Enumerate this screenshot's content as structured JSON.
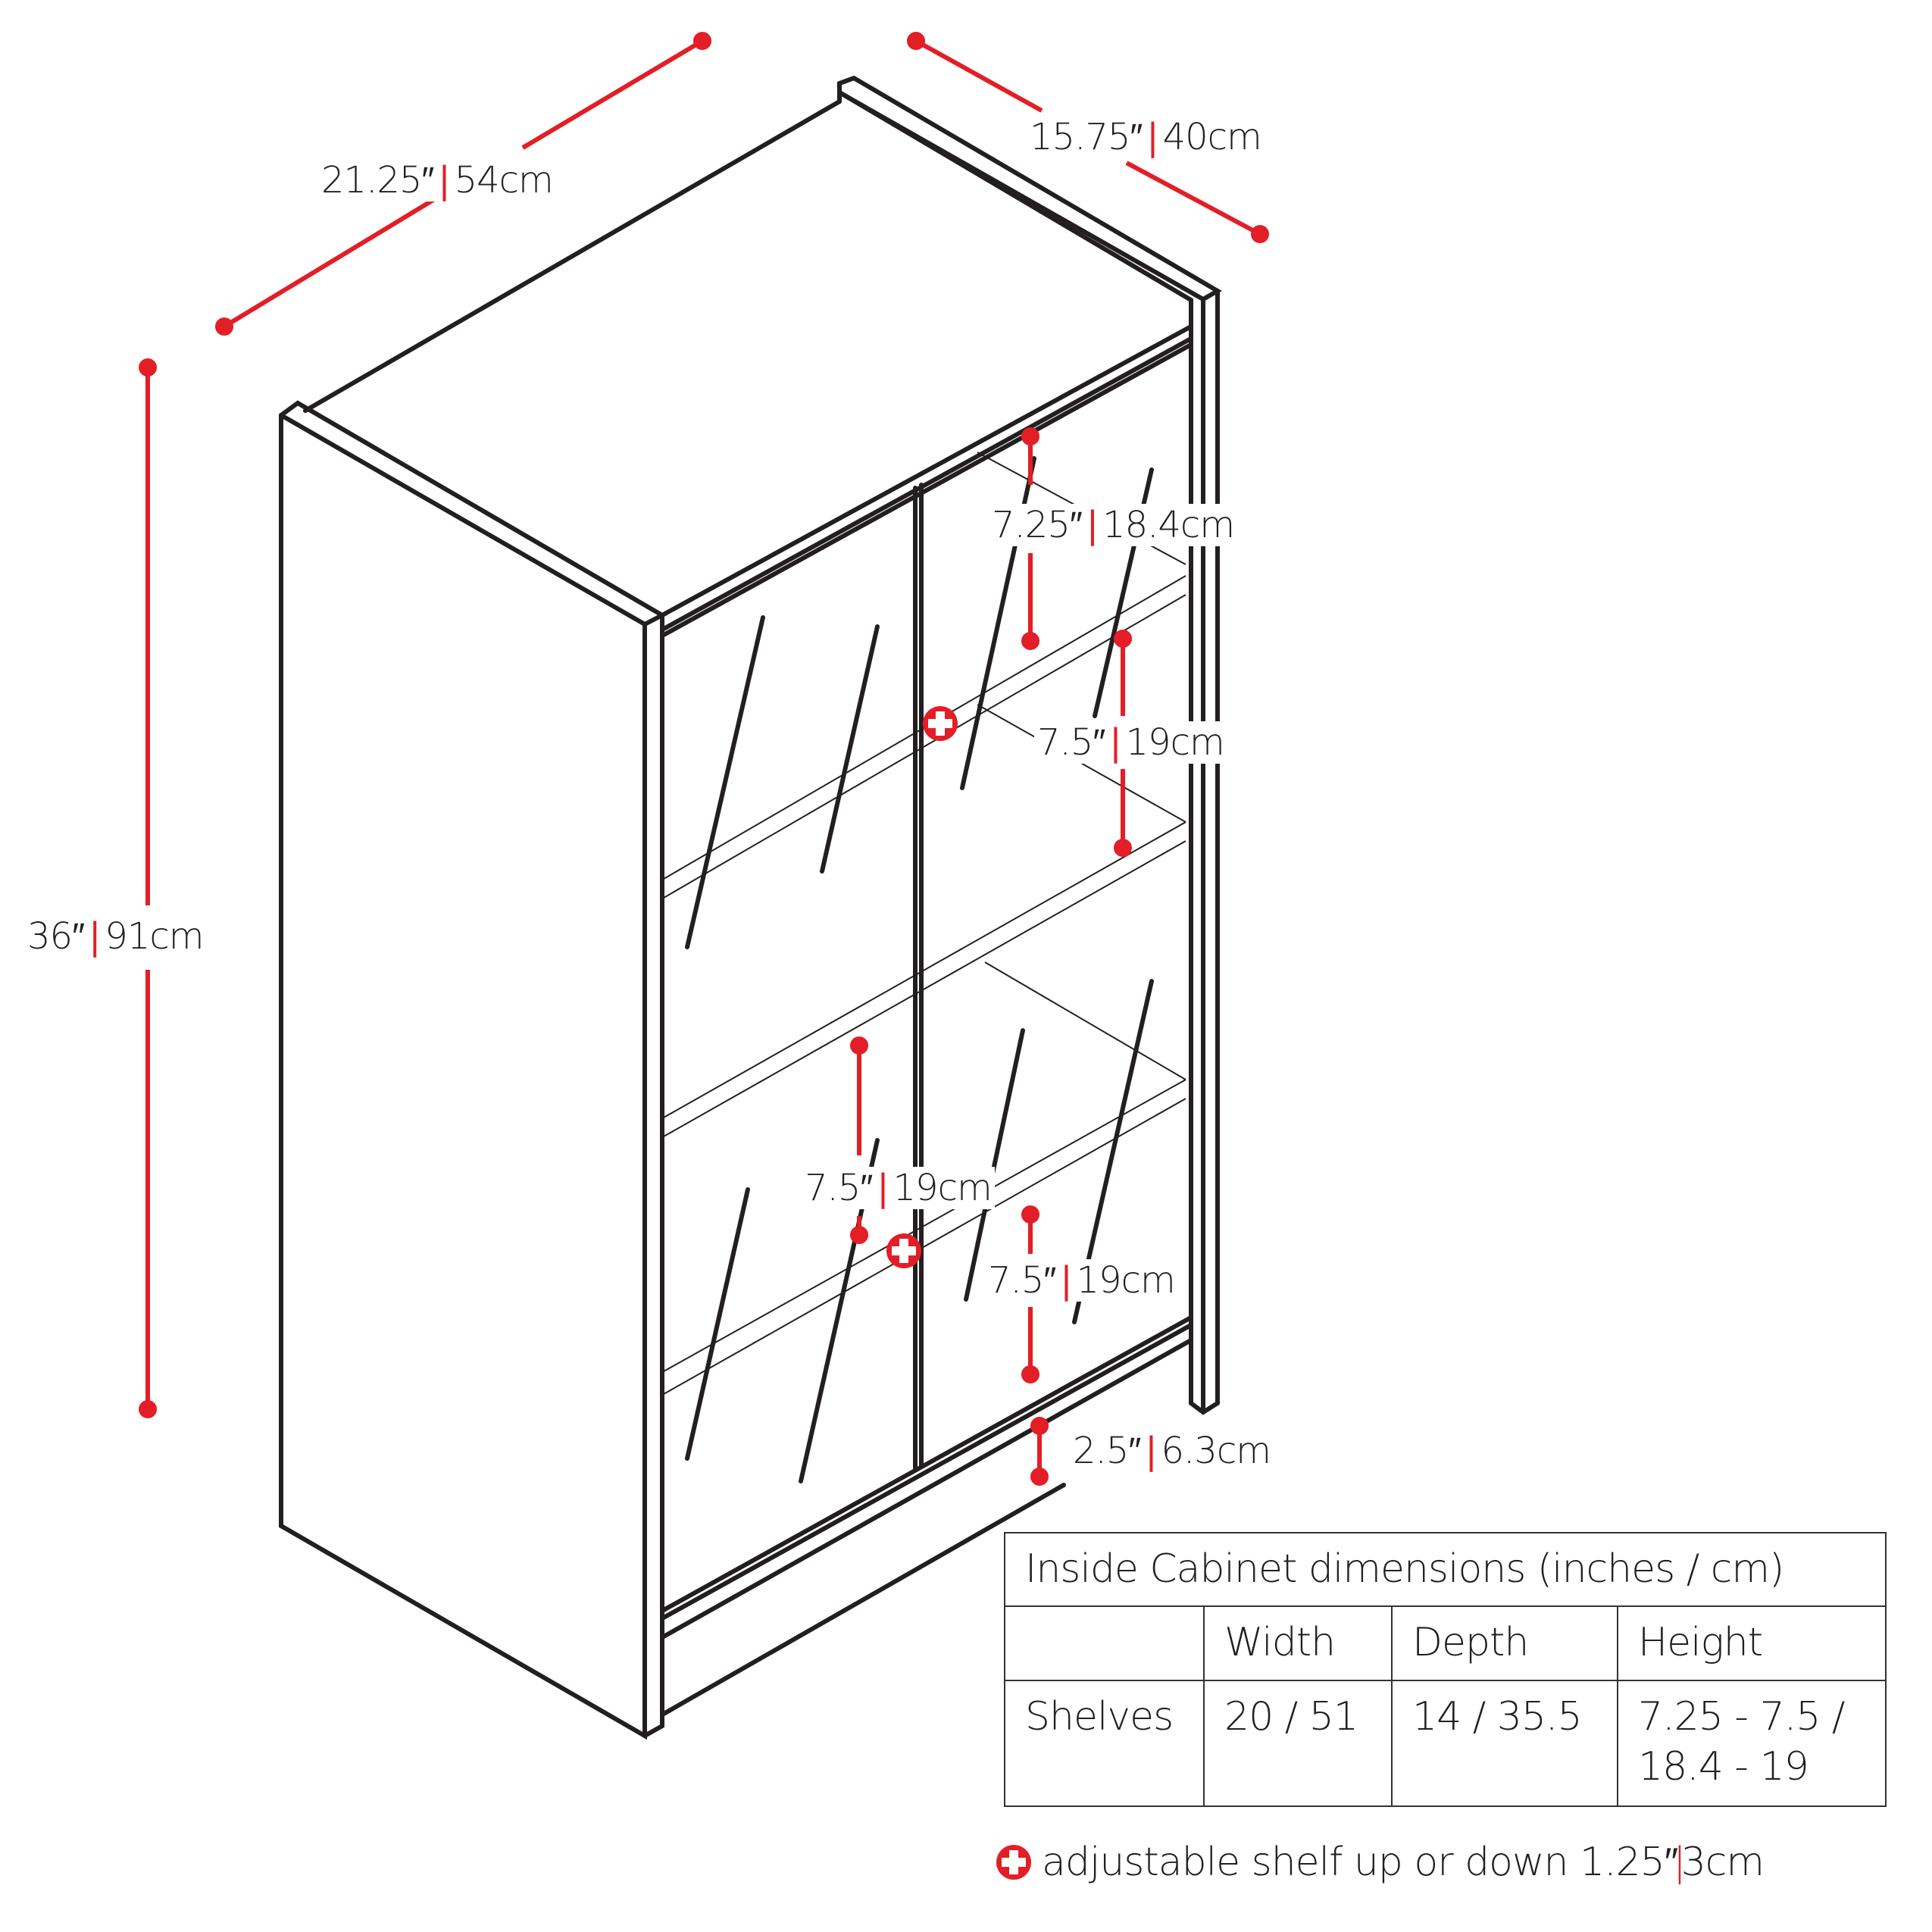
{
  "diagram": {
    "subject": "Two-door glass cabinet, isometric line drawing with dimensions",
    "accent_color": "#e31e26",
    "line_color": "#231f20",
    "overall_dimensions": {
      "width": {
        "inches": "21.25″",
        "cm": "54cm"
      },
      "depth": {
        "inches": "15.75″",
        "cm": "40cm"
      },
      "height": {
        "inches": "36″",
        "cm": "91cm"
      }
    },
    "interior_dimensions": [
      {
        "id": "top-shelf-gap",
        "inches": "7.25″",
        "cm": "18.4cm"
      },
      {
        "id": "upper-right-gap",
        "inches": "7.5″",
        "cm": "19cm"
      },
      {
        "id": "middle-left-gap",
        "inches": "7.5″",
        "cm": "19cm"
      },
      {
        "id": "lower-right-gap",
        "inches": "7.5″",
        "cm": "19cm"
      },
      {
        "id": "base-height",
        "inches": "2.5″",
        "cm": "6.3cm"
      }
    ],
    "adjustable_markers": 2,
    "separator": "|"
  },
  "table": {
    "title": "Inside Cabinet dimensions (inches / cm)",
    "columns": [
      "",
      "Width",
      "Depth",
      "Height"
    ],
    "rows": [
      {
        "label": "Shelves",
        "width": "20 / 51",
        "depth": "14 / 35.5",
        "height_line1": "7.25 - 7.5 /",
        "height_line2": "18.4 - 19"
      }
    ]
  },
  "footnote": {
    "icon": "plus-circle-icon",
    "text": "adjustable shelf up or down 1.25″",
    "separator": "|",
    "metric": "3cm"
  }
}
